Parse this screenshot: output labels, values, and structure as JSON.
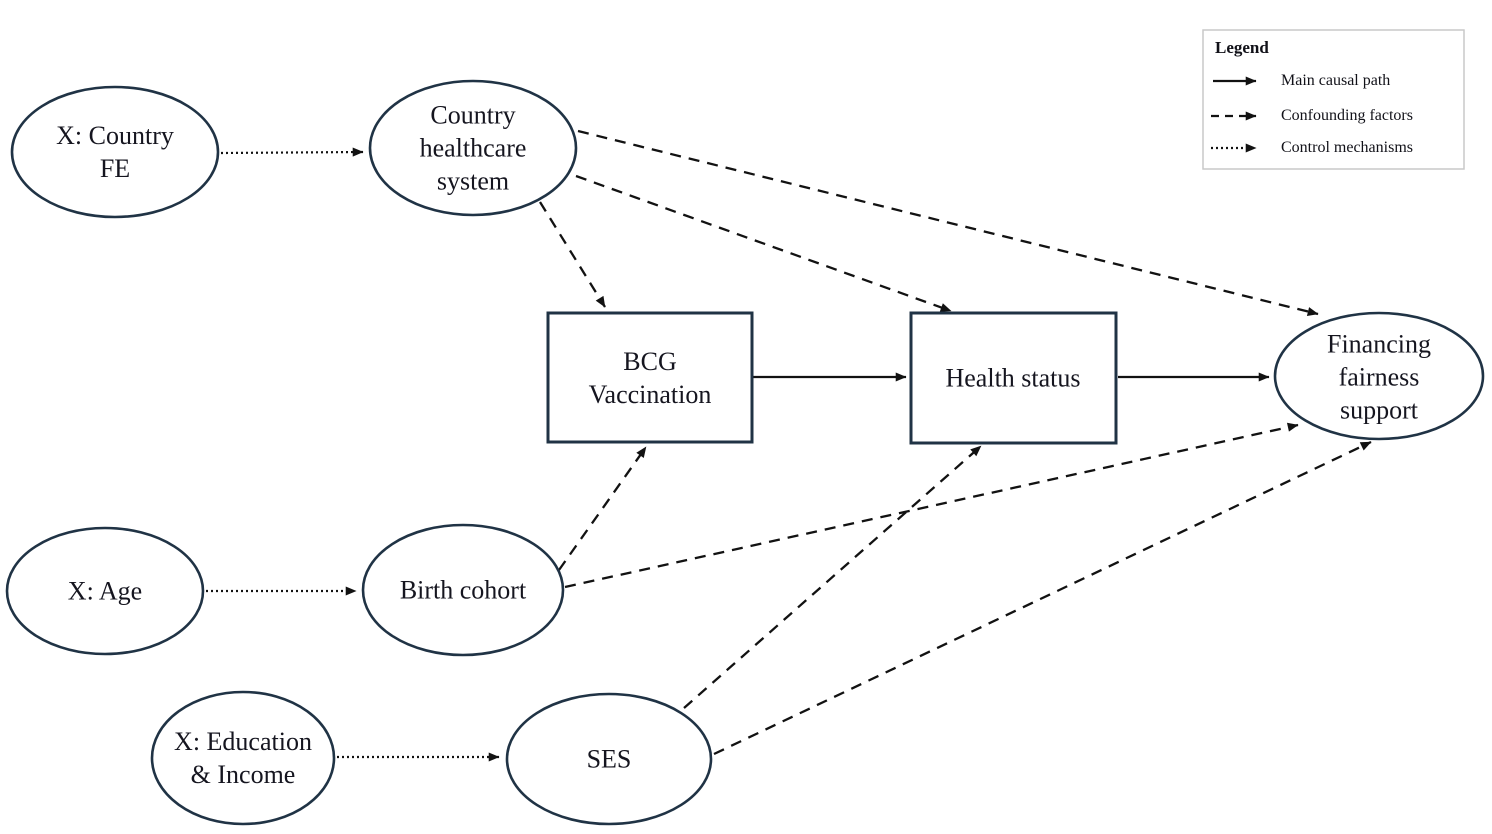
{
  "diagram": {
    "type": "causal-dag",
    "nodes": [
      {
        "id": "x_country_fe",
        "label": "X: Country\nFE",
        "shape": "ellipse",
        "role": "control-variable"
      },
      {
        "id": "country_healthcare_system",
        "label": "Country\nhealthcare\nsystem",
        "shape": "ellipse",
        "role": "confounder"
      },
      {
        "id": "bcg_vaccination",
        "label": "BCG\nVaccination",
        "shape": "rect",
        "role": "treatment"
      },
      {
        "id": "health_status",
        "label": "Health status",
        "shape": "rect",
        "role": "mediator"
      },
      {
        "id": "financing_fairness_support",
        "label": "Financing\nfairness\nsupport",
        "shape": "ellipse",
        "role": "outcome"
      },
      {
        "id": "x_age",
        "label": "X: Age",
        "shape": "ellipse",
        "role": "control-variable"
      },
      {
        "id": "birth_cohort",
        "label": "Birth cohort",
        "shape": "ellipse",
        "role": "confounder"
      },
      {
        "id": "x_education_income",
        "label": "X: Education\n& Income",
        "shape": "ellipse",
        "role": "control-variable"
      },
      {
        "id": "ses",
        "label": "SES",
        "shape": "ellipse",
        "role": "confounder"
      }
    ],
    "edges": [
      {
        "from": "x_country_fe",
        "to": "country_healthcare_system",
        "type": "control"
      },
      {
        "from": "x_age",
        "to": "birth_cohort",
        "type": "control"
      },
      {
        "from": "x_education_income",
        "to": "ses",
        "type": "control"
      },
      {
        "from": "bcg_vaccination",
        "to": "health_status",
        "type": "main"
      },
      {
        "from": "health_status",
        "to": "financing_fairness_support",
        "type": "main"
      },
      {
        "from": "country_healthcare_system",
        "to": "bcg_vaccination",
        "type": "confounding"
      },
      {
        "from": "country_healthcare_system",
        "to": "health_status",
        "type": "confounding"
      },
      {
        "from": "country_healthcare_system",
        "to": "financing_fairness_support",
        "type": "confounding"
      },
      {
        "from": "birth_cohort",
        "to": "bcg_vaccination",
        "type": "confounding"
      },
      {
        "from": "birth_cohort",
        "to": "financing_fairness_support",
        "type": "confounding"
      },
      {
        "from": "ses",
        "to": "health_status",
        "type": "confounding"
      },
      {
        "from": "ses",
        "to": "financing_fairness_support",
        "type": "confounding"
      }
    ],
    "colors": {
      "node_stroke": "#203345",
      "edge_color": "#121212",
      "text": "#15151f",
      "legend_border": "#c9c9c9",
      "background": "#ffffff"
    }
  },
  "legend": {
    "title": "Legend",
    "items": [
      {
        "line_style": "solid",
        "label": "Main causal path"
      },
      {
        "line_style": "dashed",
        "label": "Confounding factors"
      },
      {
        "line_style": "dotted",
        "label": "Control mechanisms"
      }
    ]
  }
}
